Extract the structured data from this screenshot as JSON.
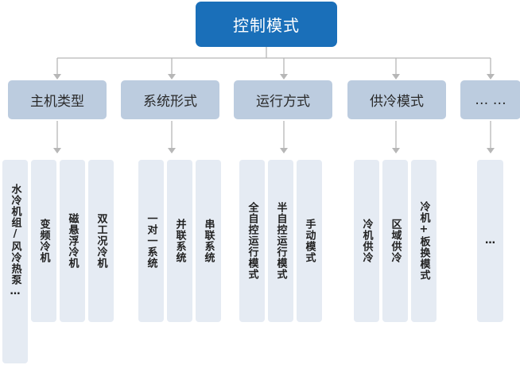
{
  "root": {
    "label": "控制模式"
  },
  "colors": {
    "root": "#1a6fb9",
    "category": "#bcccdf",
    "leaf": "#e5ebf3",
    "connector": "#b7b7b7"
  },
  "categories": [
    {
      "label": "主机类型",
      "items": [
        "水冷机组/风冷热泵…",
        "变频冷机",
        "磁悬浮冷机",
        "双工况冷机"
      ]
    },
    {
      "label": "系统形式",
      "items": [
        "一对一系统",
        "并联系统",
        "串联系统"
      ]
    },
    {
      "label": "运行方式",
      "items": [
        "全自控运行模式",
        "半自控运行模式",
        "手动模式"
      ]
    },
    {
      "label": "供冷模式",
      "items": [
        "冷机供冷",
        "区域供冷",
        "冷机+板换模式"
      ]
    },
    {
      "label": "… …",
      "items": [
        "…"
      ]
    }
  ]
}
